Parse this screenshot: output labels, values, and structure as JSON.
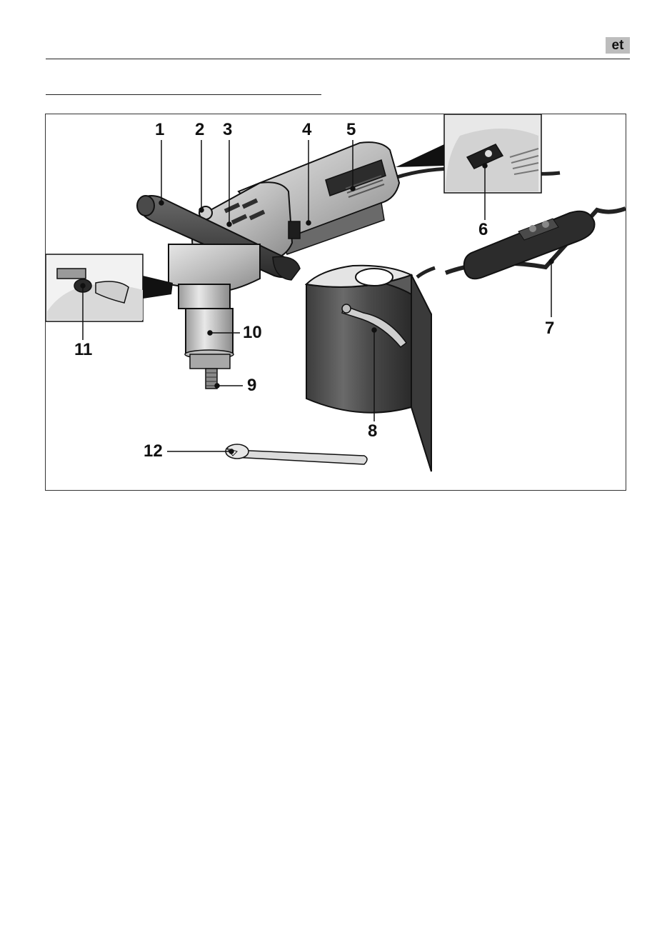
{
  "page": {
    "language_code": "et"
  },
  "figure": {
    "callouts": [
      {
        "id": "1",
        "label": "1"
      },
      {
        "id": "2",
        "label": "2"
      },
      {
        "id": "3",
        "label": "3"
      },
      {
        "id": "4",
        "label": "4"
      },
      {
        "id": "5",
        "label": "5"
      },
      {
        "id": "6",
        "label": "6"
      },
      {
        "id": "7",
        "label": "7"
      },
      {
        "id": "8",
        "label": "8"
      },
      {
        "id": "9",
        "label": "9"
      },
      {
        "id": "10",
        "label": "10"
      },
      {
        "id": "11",
        "label": "11"
      },
      {
        "id": "12",
        "label": "12"
      }
    ]
  }
}
